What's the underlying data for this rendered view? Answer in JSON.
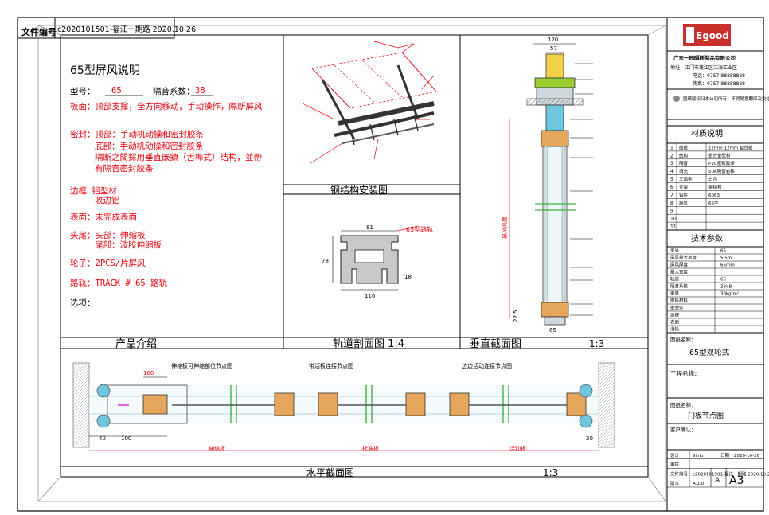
{
  "header": {
    "file_label": "文件编号",
    "file_code": "c2020101501-福江一期路 2020.10.26"
  },
  "description": {
    "title": "65型屏风说明",
    "model_label": "型号：",
    "model_value": "65",
    "sound_label": "隔音系数：",
    "sound_value": "38",
    "board_text": "板面：顶部支撑，全方向移动，手动操作，隔断屏风",
    "seal_top": "密封：顶部：手动机动操和密封胶条",
    "seal_bottom": "底部：手动机动操和密封胶条",
    "seal_between_1": "隔断之間採用垂直嵌鎖（舌榫式）结构，並帶",
    "seal_between_2": "有隔音密封胶条",
    "frame_1": "边框  铝型材",
    "frame_2": "收边铝",
    "surface": "表面：未完成表面",
    "head_1": "头尾：头部：伸缩板",
    "head_2": "尾部：波胶伸缩板",
    "wheels": "轮子：2PCS/片屏风",
    "track": "路轨：TRACK   # 65 路轨",
    "options": "选项："
  },
  "captions": {
    "product": "产品介绍",
    "steel": "钢结构安装图",
    "rail_section": "轨道剖面图 1:4",
    "vertical": "垂直截面图",
    "vertical_scale": "1:3",
    "horizontal": "水平截面图",
    "horizontal_scale": "1:3"
  },
  "rail": {
    "label": "65型路轨",
    "dim_top": "81",
    "dim_height": "78",
    "dim_bottom": "110",
    "dim_small": "18"
  },
  "vertical_dims": {
    "top_total": "120",
    "top_inner": "57",
    "height_label": "屏风高度",
    "bottom_1": "65",
    "bottom_2": "22.5"
  },
  "horizontal": {
    "note_1": "伸缩板可伸缩部位节点图",
    "note_2": "带活板连接节点图",
    "note_3": "边边活动连接节点图",
    "dim_1": "180",
    "dim_2": "40",
    "dim_3": "100",
    "dim_4": "20",
    "label_start": "伸缩板",
    "label_mid": "标准板",
    "label_end": "活动板"
  },
  "title_block": {
    "company": "广东一园隔断制品有限公司",
    "address": "地址：江门市蓬江区江海工业区",
    "tel": "电话：0757-88888888",
    "fax": "传真：0757-88888888",
    "notice": "图纸版权归本公司所有，不得随意翻印及交给第三方",
    "materials_title": "材质说明",
    "materials": [
      {
        "no": "1",
        "name": "面板",
        "spec": "12mm 12mm 复合板"
      },
      {
        "no": "2",
        "name": "结构",
        "spec": "铝合金型材"
      },
      {
        "no": "3",
        "name": "隔音",
        "spec": "PVC密封胶条"
      },
      {
        "no": "4",
        "name": "填充",
        "spec": "50K隔音岩棉"
      },
      {
        "no": "5",
        "name": "三面条",
        "spec": "白色"
      },
      {
        "no": "6",
        "name": "支架",
        "spec": "钢结构"
      },
      {
        "no": "7",
        "name": "铝件",
        "spec": "6063"
      },
      {
        "no": "8",
        "name": "路轨",
        "spec": "65型"
      },
      {
        "no": "9",
        "name": "",
        "spec": ""
      },
      {
        "no": "10",
        "name": "",
        "spec": ""
      },
      {
        "no": "11",
        "name": "",
        "spec": ""
      }
    ],
    "tech_title": "技术参数",
    "tech": [
      {
        "k": "型号",
        "v": "65"
      },
      {
        "k": "屏风最大高度",
        "v": "5.5m"
      },
      {
        "k": "屏风厚度",
        "v": "65mm"
      },
      {
        "k": "最大宽度",
        "v": ""
      },
      {
        "k": "轨道",
        "v": "65"
      },
      {
        "k": "隔音系数",
        "v": "38dB"
      },
      {
        "k": "重量",
        "v": "30kg/m²"
      },
      {
        "k": "面板材料",
        "v": ""
      },
      {
        "k": "密封条",
        "v": ""
      },
      {
        "k": "边框",
        "v": ""
      },
      {
        "k": "表面",
        "v": ""
      },
      {
        "k": "滑轮",
        "v": ""
      }
    ],
    "drawing_name_label": "图纸名称：",
    "drawing_name_value": "65型双轮式",
    "project_label": "工程名称：",
    "node_label": "图纸名称：",
    "node_value": "门板节点图",
    "client_label": "客户确认：",
    "meta": [
      {
        "k": "设计",
        "v": "Sinlo",
        "k2": "日期",
        "v2": "2020-10-26"
      },
      {
        "k": "审核",
        "v": ""
      },
      {
        "k": "文件编号",
        "v": "c2020101501-福江一期路 2020.10.26"
      },
      {
        "k": "版本",
        "v": "A.1.0"
      }
    ],
    "rev": "A",
    "size": "A3"
  }
}
